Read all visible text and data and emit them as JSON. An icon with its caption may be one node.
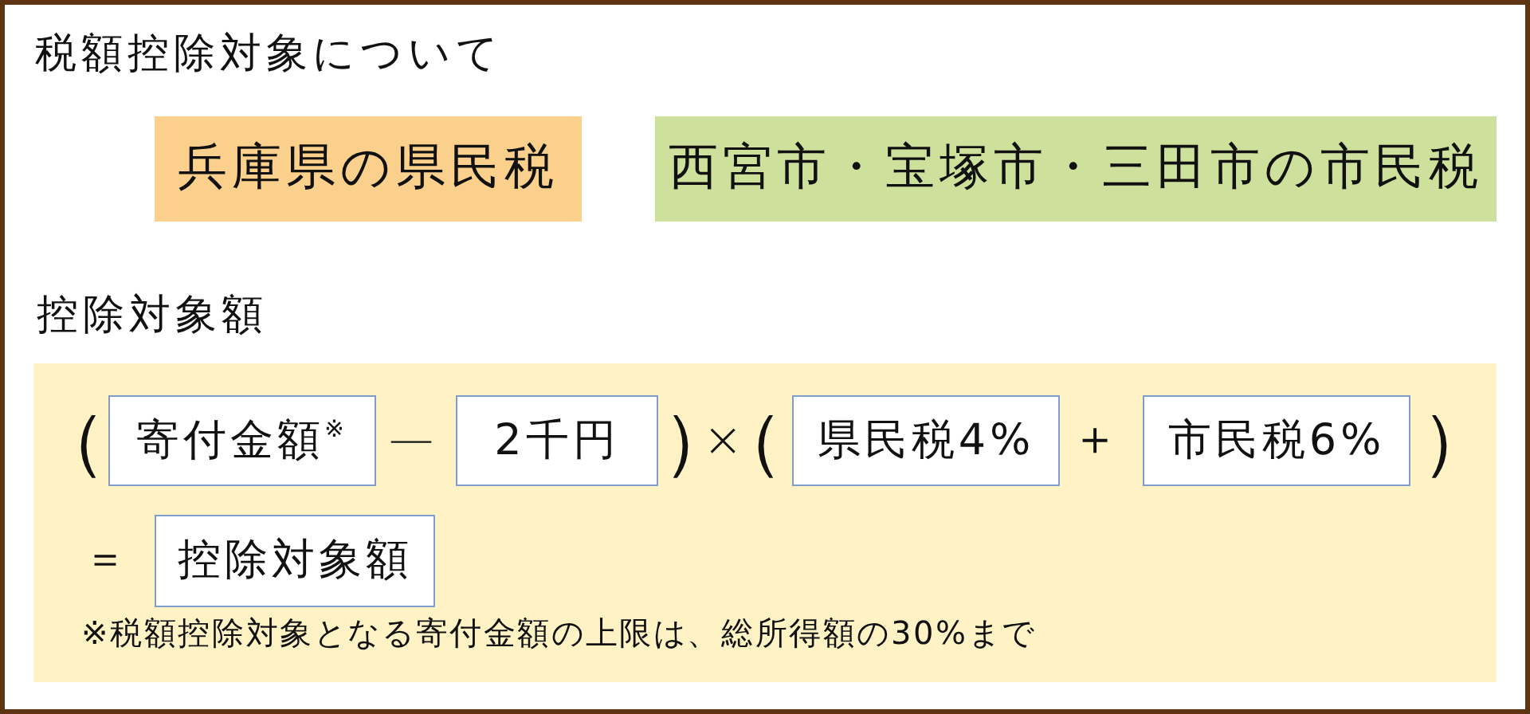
{
  "diagram": {
    "title": "税額控除対象について",
    "nodes": [
      {
        "text": [
          "兵庫県の県民税"
        ]
      },
      {
        "text": [
          "西宮市・宝塚市・三田市の市民税"
        ]
      },
      {
        "text": [
          "控除対象額",
          "※税額控除対象となる寄付金額の上限は、総所得額の30%まで"
        ]
      },
      {
        "text": [
          "寄付金額$^{※}$"
        ],
        "in": 2
      },
      {
        "text": [
          "2千円"
        ],
        "in": 2
      },
      {
        "text": [
          "県民税4%"
        ],
        "in": 2
      },
      {
        "text": [
          "市民税6%"
        ],
        "in": 2
      },
      {
        "text": [
          "控除対象額"
        ],
        "in": 2
      }
    ],
    "labels": [
      "（",
      "—",
      "）",
      "×",
      "（",
      "＋",
      "）",
      "＝"
    ]
  }
}
